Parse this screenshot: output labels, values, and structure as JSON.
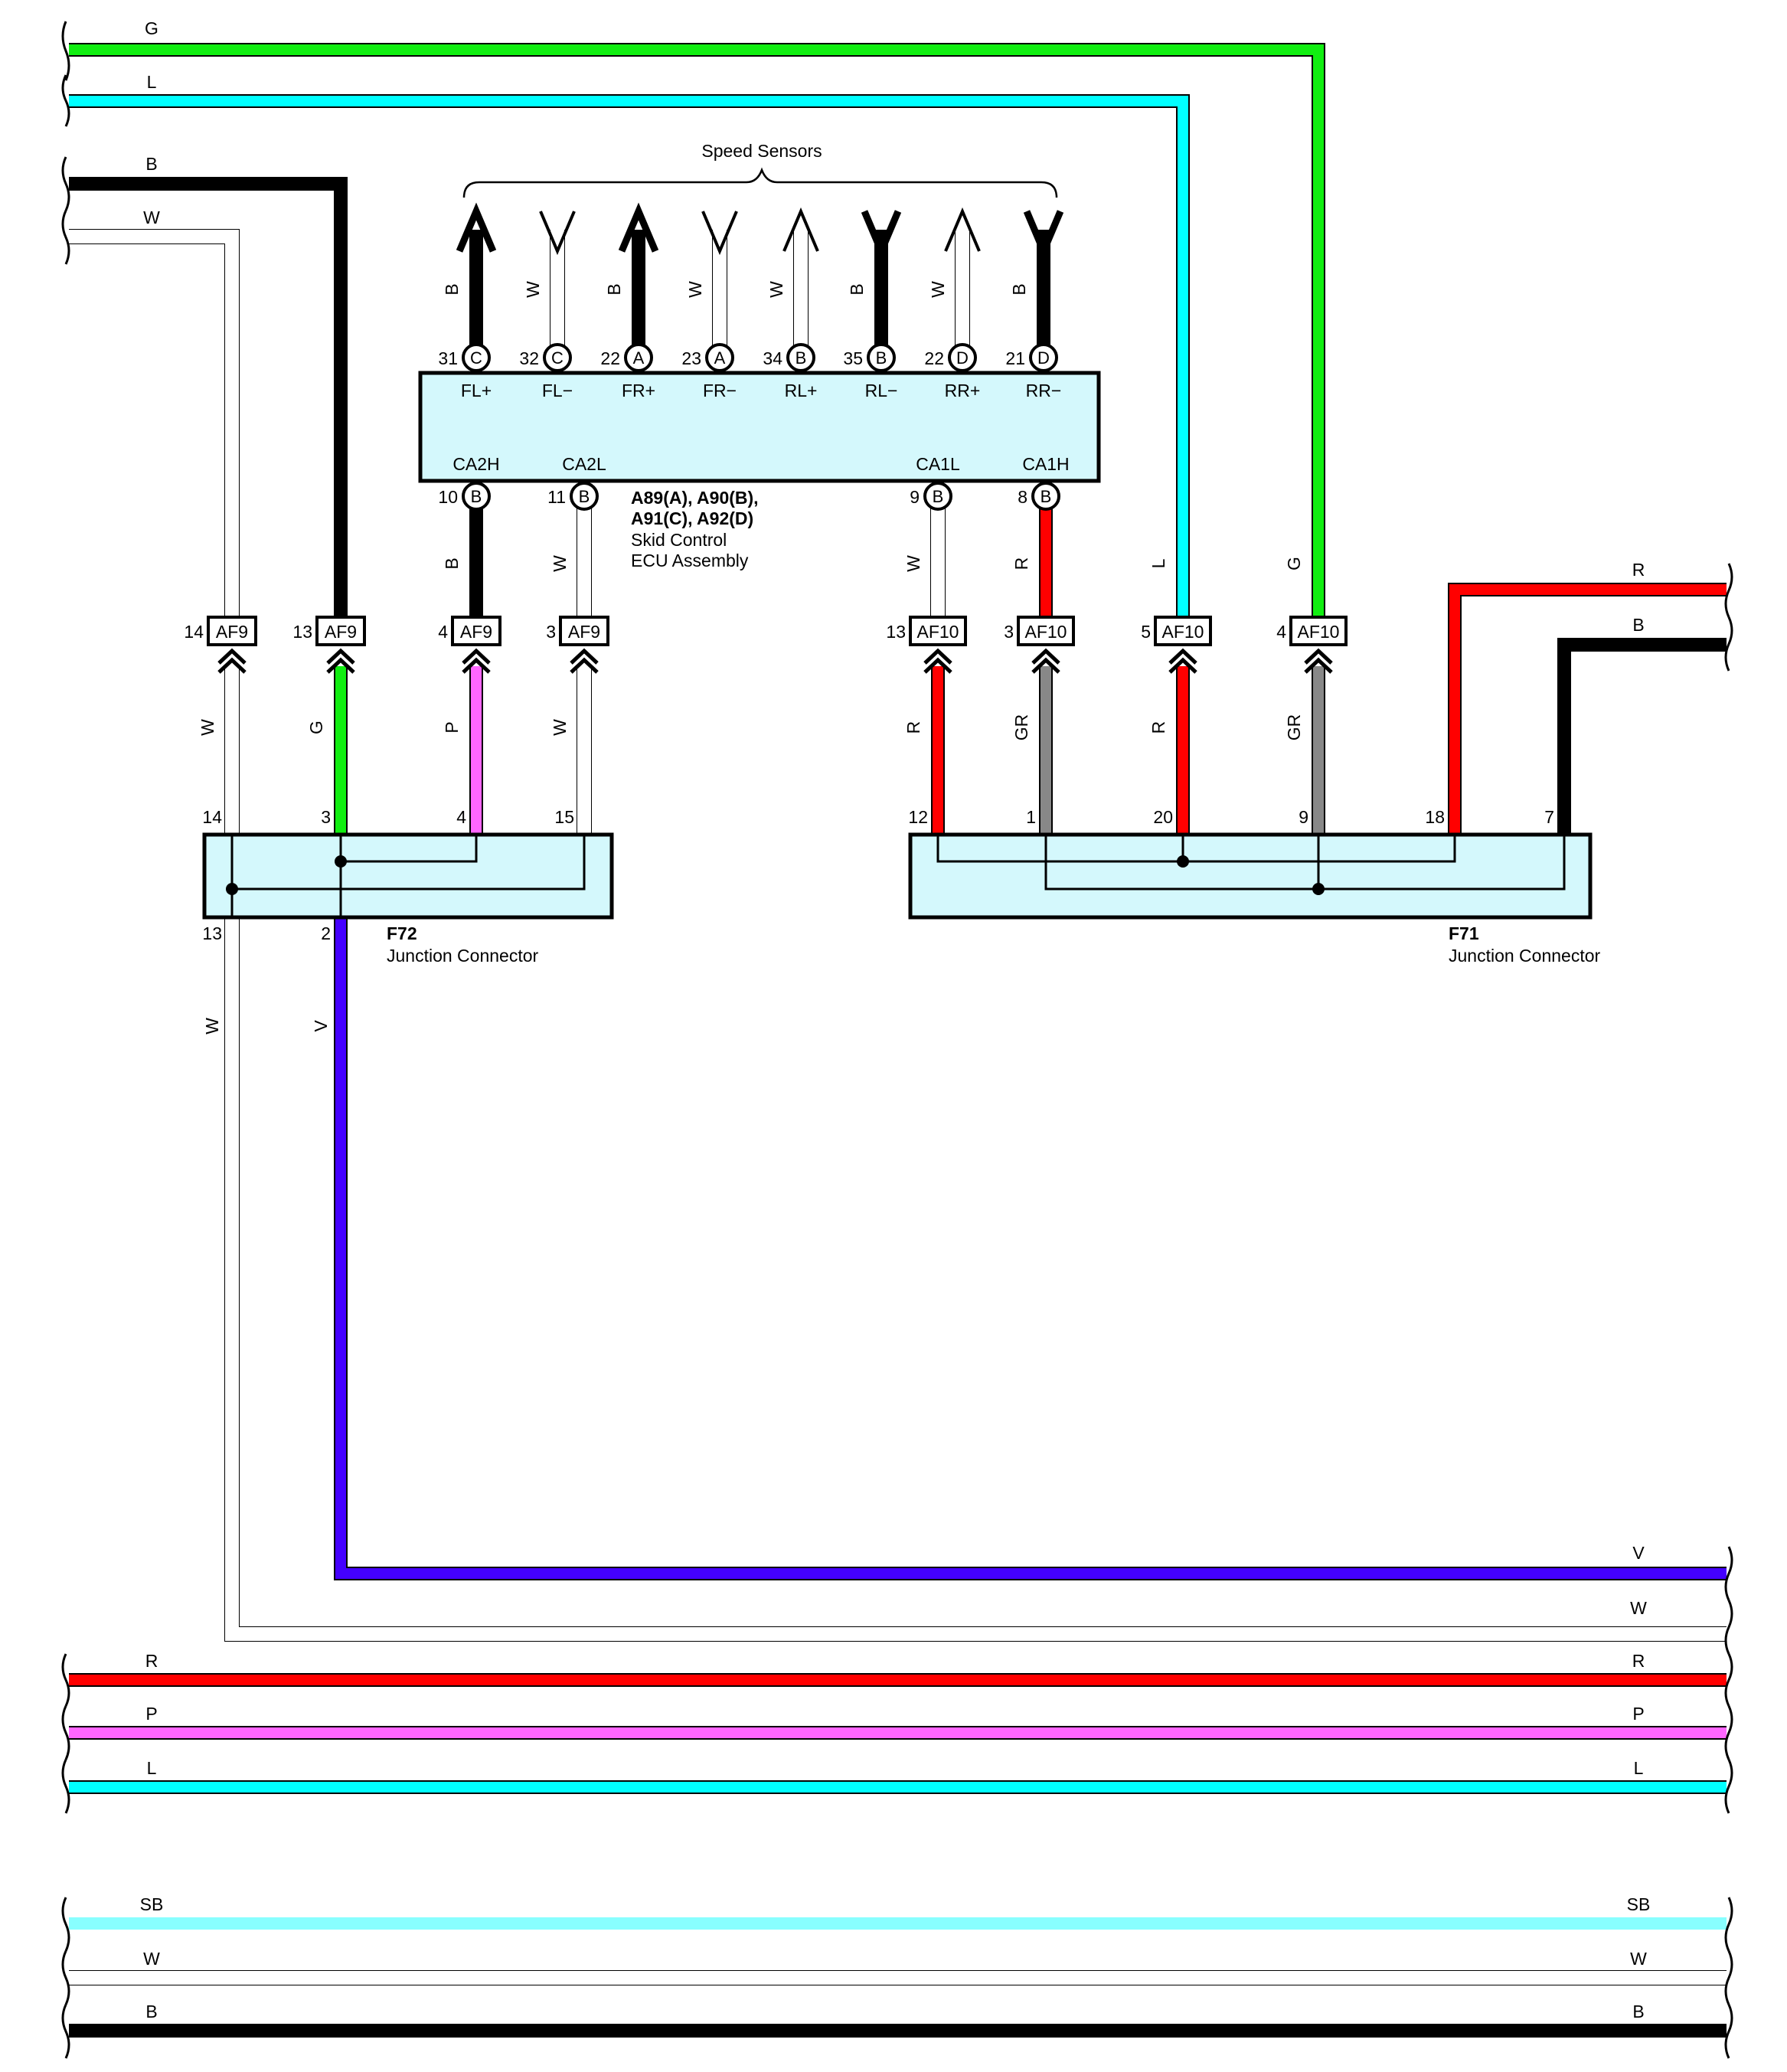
{
  "colors": {
    "G": "#11ee11",
    "L": "#00ffff",
    "B": "#000000",
    "W": "#ffffff",
    "R": "#ff0000",
    "P": "#ff66ff",
    "GR": "#888888",
    "V": "#4400ff",
    "SB": "#88ffff",
    "box_fill": "#d4f8fc"
  },
  "ecu": {
    "group_label": "Speed Sensors",
    "names": [
      "A89(A), A90(B),",
      "A91(C), A92(D)"
    ],
    "desc": [
      "Skid Control",
      "ECU Assembly"
    ],
    "top_pins": [
      {
        "num": "31",
        "conn": "C",
        "func": "FL+",
        "wire": "B",
        "dir": "out"
      },
      {
        "num": "32",
        "conn": "C",
        "func": "FL−",
        "wire": "W",
        "dir": "in"
      },
      {
        "num": "22",
        "conn": "A",
        "func": "FR+",
        "wire": "B",
        "dir": "out"
      },
      {
        "num": "23",
        "conn": "A",
        "func": "FR−",
        "wire": "W",
        "dir": "in"
      },
      {
        "num": "34",
        "conn": "B",
        "func": "RL+",
        "wire": "W",
        "dir": "out"
      },
      {
        "num": "35",
        "conn": "B",
        "func": "RL−",
        "wire": "B",
        "dir": "in"
      },
      {
        "num": "22",
        "conn": "D",
        "func": "RR+",
        "wire": "W",
        "dir": "out"
      },
      {
        "num": "21",
        "conn": "D",
        "func": "RR−",
        "wire": "B",
        "dir": "in"
      }
    ],
    "bottom_pins": [
      {
        "num": "10",
        "conn": "B",
        "func": "CA2H",
        "wire": "B"
      },
      {
        "num": "11",
        "conn": "B",
        "func": "CA2L",
        "wire": "W"
      },
      {
        "num": "9",
        "conn": "B",
        "func": "CA1L",
        "wire": "W"
      },
      {
        "num": "8",
        "conn": "B",
        "func": "CA1H",
        "wire": "R"
      }
    ]
  },
  "inline_connectors": [
    {
      "pin": "14",
      "name": "AF9",
      "wire_above": "",
      "wire_below": "W"
    },
    {
      "pin": "13",
      "name": "AF9",
      "wire_above": "",
      "wire_below": "G"
    },
    {
      "pin": "4",
      "name": "AF9",
      "wire_above": "B",
      "wire_below": "P"
    },
    {
      "pin": "3",
      "name": "AF9",
      "wire_above": "W",
      "wire_below": "W"
    },
    {
      "pin": "13",
      "name": "AF10",
      "wire_above": "W",
      "wire_below": "R"
    },
    {
      "pin": "3",
      "name": "AF10",
      "wire_above": "R",
      "wire_below": "GR"
    },
    {
      "pin": "5",
      "name": "AF10",
      "wire_above": "L",
      "wire_below": "R"
    },
    {
      "pin": "4",
      "name": "AF10",
      "wire_above": "G",
      "wire_below": "GR"
    }
  ],
  "junctions": {
    "f72": {
      "name": "F72",
      "desc": "Junction Connector",
      "top_pins": [
        "14",
        "3",
        "4",
        "15"
      ],
      "bottom_pins": [
        "13",
        "2"
      ],
      "bottom_wires": [
        "W",
        "V"
      ]
    },
    "f71": {
      "name": "F71",
      "desc": "Junction Connector",
      "top_pins": [
        "12",
        "1",
        "20",
        "9",
        "18",
        "7"
      ]
    }
  },
  "bus_labels": {
    "left_top": [
      "G",
      "L",
      "B",
      "W"
    ],
    "right_upper": [
      "R",
      "B"
    ],
    "right_mid": [
      "V",
      "W"
    ],
    "full_width_left": [
      "R",
      "P",
      "L"
    ],
    "full_width_right": [
      "R",
      "P",
      "L"
    ],
    "bottom_left": [
      "SB",
      "W",
      "B"
    ],
    "bottom_right": [
      "SB",
      "W",
      "B"
    ]
  }
}
